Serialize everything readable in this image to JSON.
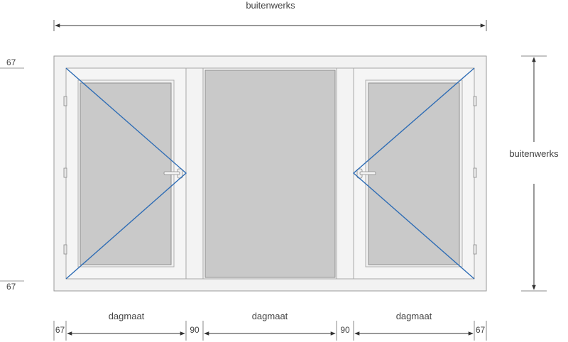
{
  "labels": {
    "overall_width": "buitenwerks",
    "overall_height": "buitenwerks",
    "frame_top": "67",
    "frame_bottom": "67",
    "frame_left": "67",
    "frame_right": "67",
    "mullion_left": "90",
    "mullion_right": "90",
    "daylight_left": "dagmaat",
    "daylight_center": "dagmaat",
    "daylight_right": "dagmaat"
  },
  "colors": {
    "frame_fill": "#f2f2f2",
    "frame_stroke": "#9a9a9a",
    "glass": "#c9c9c9",
    "opening_lines": "#2f6db5",
    "dimension_lines": "#333333"
  },
  "icons": [
    "handle-icon",
    "hinge-icon"
  ]
}
